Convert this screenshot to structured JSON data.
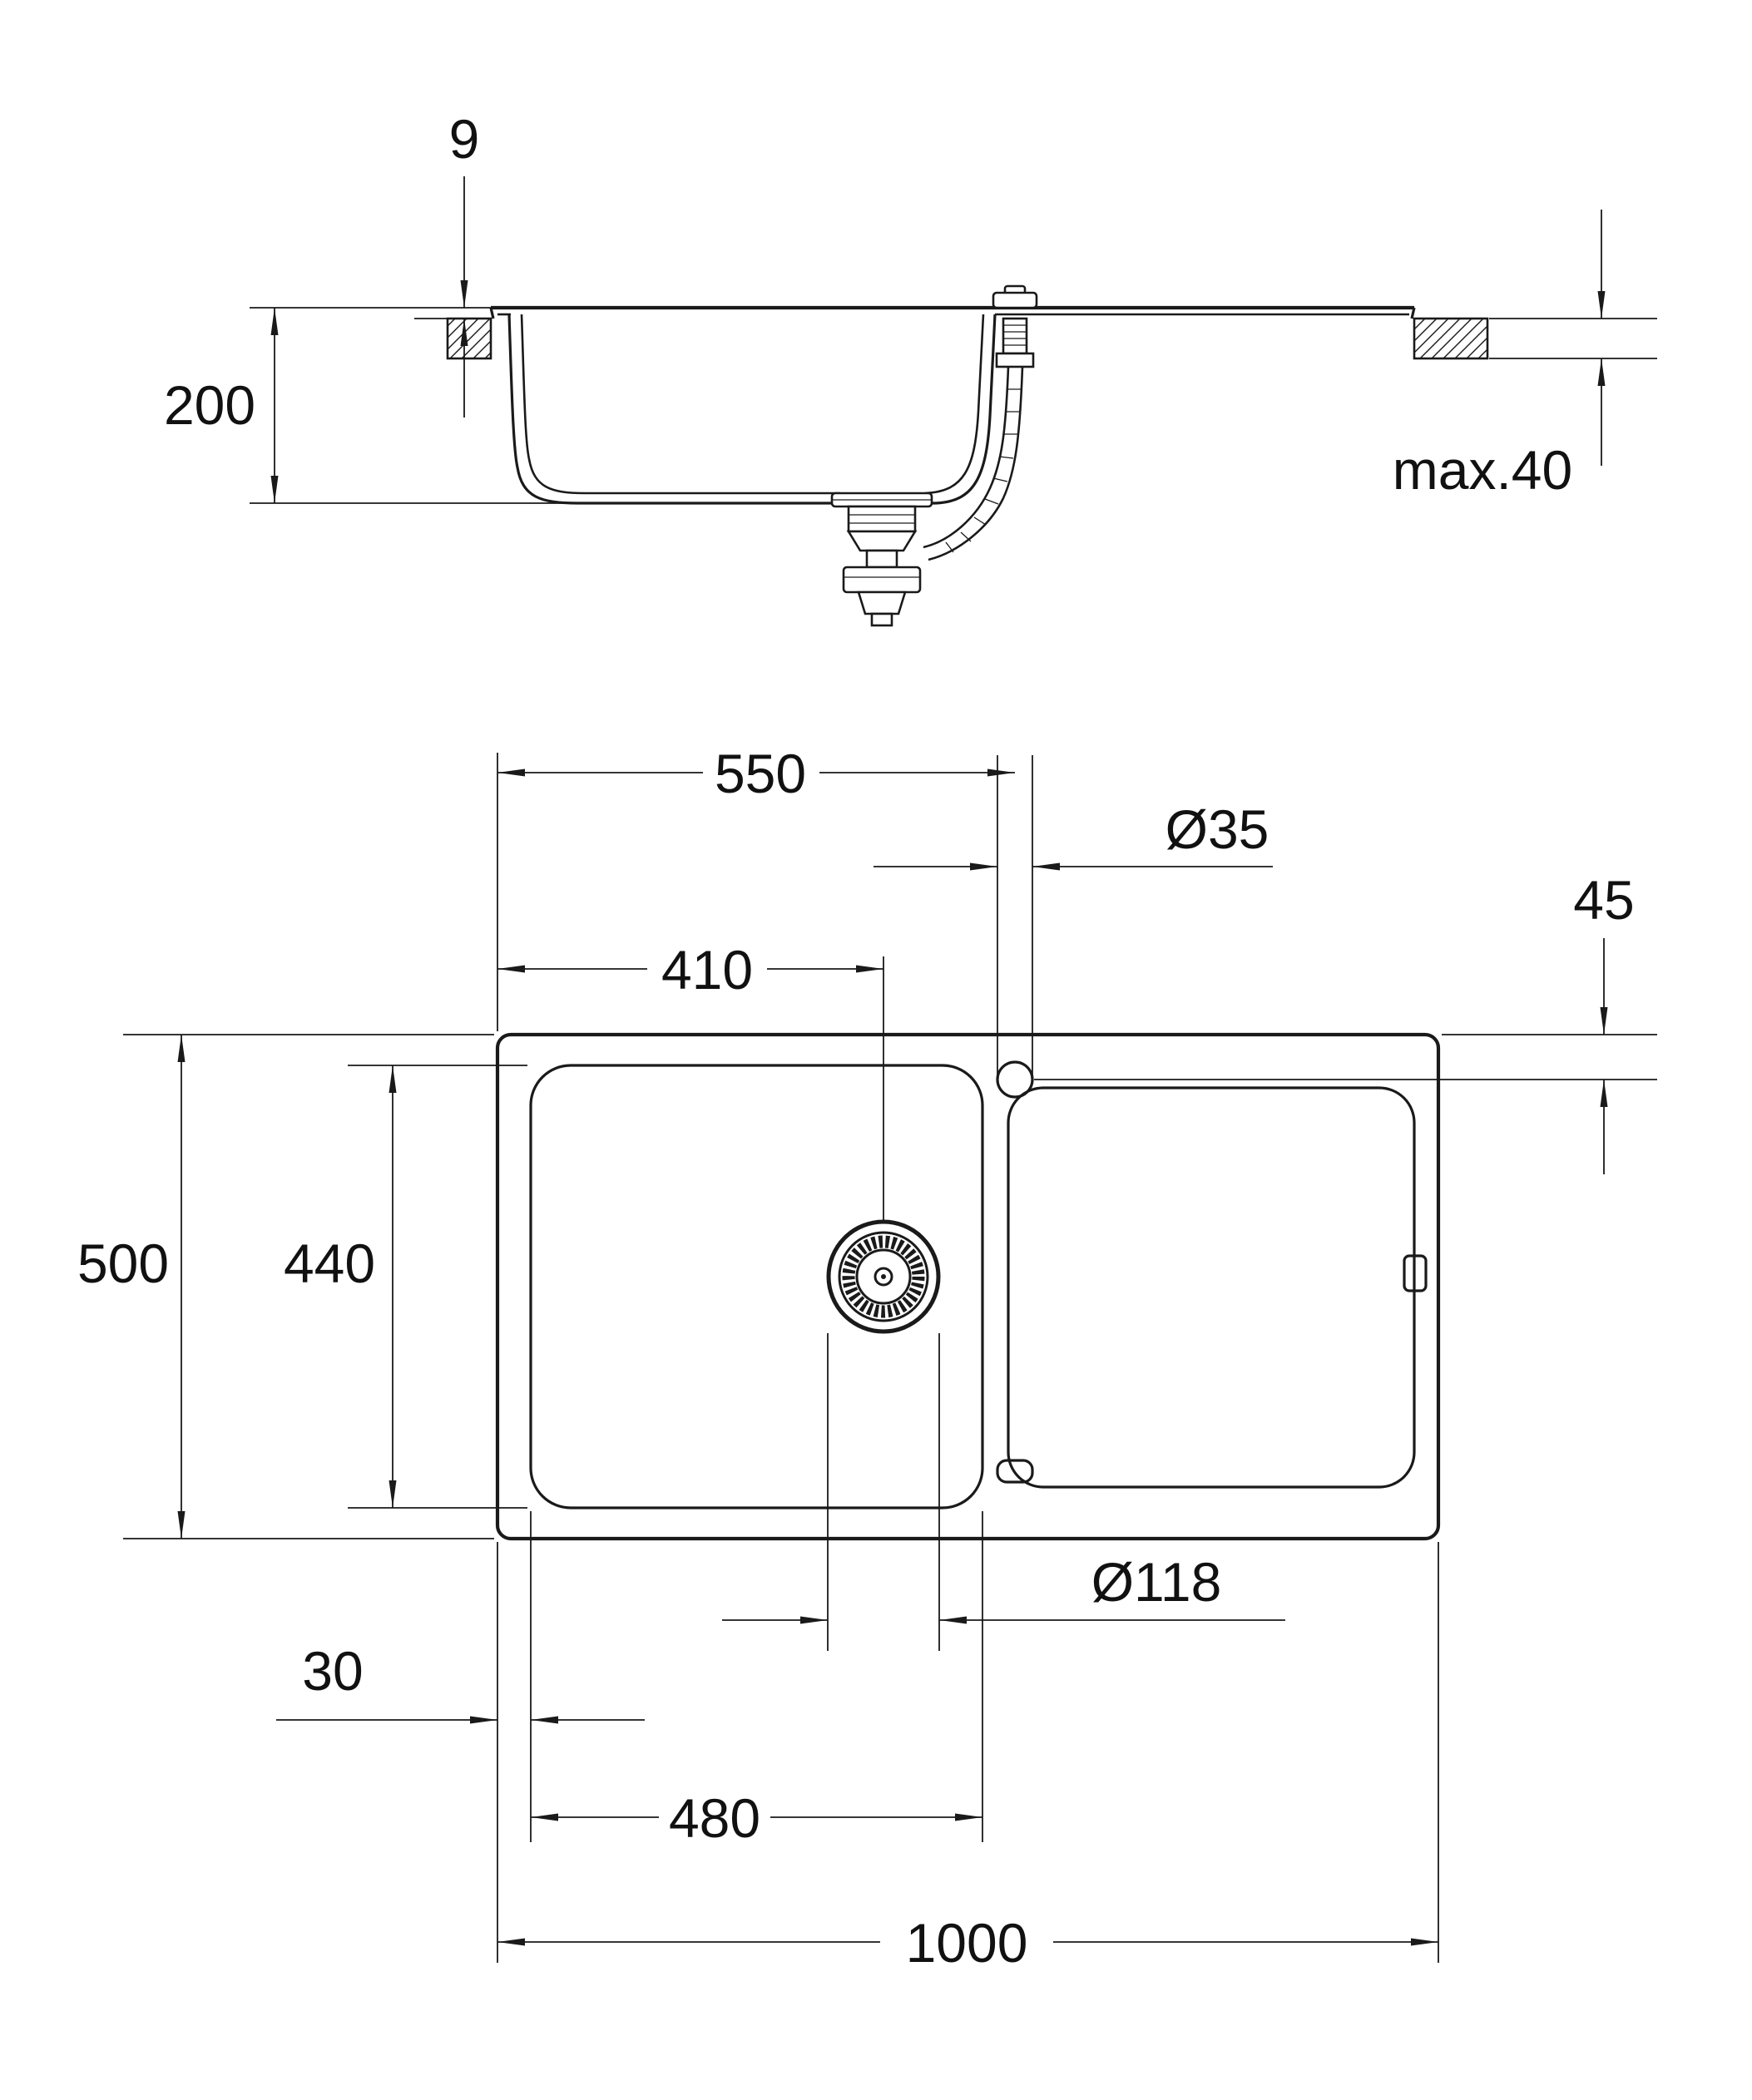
{
  "page": {
    "background": "#ffffff",
    "line_color": "#1a1a1a",
    "description": "Technical dimension drawing of a kitchen sink with drainer (side section view and top plan view)"
  },
  "side_view": {
    "name": "side-section-view",
    "dims": {
      "rim_height": "9",
      "bowl_depth": "200",
      "max_counter_thickness": "max.40"
    }
  },
  "plan_view": {
    "name": "top-plan-view",
    "dims": {
      "tap_center_from_left": "550",
      "tap_hole_diameter": "Ø35",
      "tap_center_from_top": "45",
      "drain_center_from_left": "410",
      "overall_depth": "500",
      "bowl_depth": "440",
      "drain_diameter": "Ø118",
      "left_rim_width": "30",
      "bowl_width": "480",
      "overall_width": "1000"
    }
  }
}
